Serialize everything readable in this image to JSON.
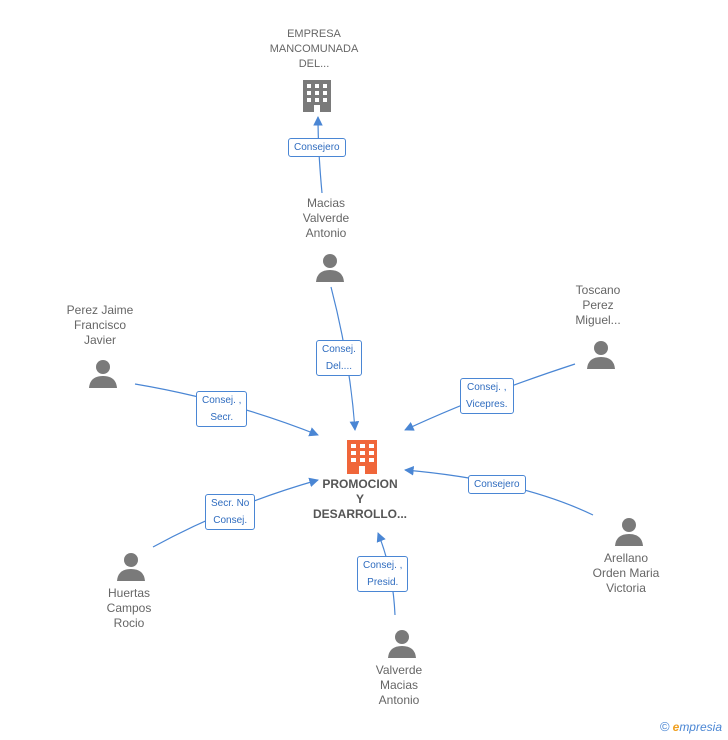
{
  "diagram": {
    "nodes": {
      "empresa_mancomunada": {
        "lines": [
          "EMPRESA",
          "MANCOMUNADA",
          "DEL..."
        ],
        "icon": "building-icon",
        "color": "#7a7a7a"
      },
      "promocion": {
        "lines": [
          "PROMOCION",
          "Y",
          "DESARROLLO..."
        ],
        "icon": "building-icon",
        "color": "#f0663a"
      },
      "macias": {
        "lines": [
          "Macias",
          "Valverde",
          "Antonio"
        ],
        "icon": "person-icon"
      },
      "perez": {
        "lines": [
          "Perez Jaime",
          "Francisco",
          "Javier"
        ],
        "icon": "person-icon"
      },
      "toscano": {
        "lines": [
          "Toscano",
          "Perez",
          "Miguel..."
        ],
        "icon": "person-icon"
      },
      "arellano": {
        "lines": [
          "Arellano",
          "Orden Maria",
          "Victoria"
        ],
        "icon": "person-icon"
      },
      "huertas": {
        "lines": [
          "Huertas",
          "Campos",
          "Rocio"
        ],
        "icon": "person-icon"
      },
      "valverde": {
        "lines": [
          "Valverde",
          "Macias",
          "Antonio"
        ],
        "icon": "person-icon"
      }
    },
    "relations": {
      "macias_to_empresa": [
        "Consejero"
      ],
      "macias_to_promocion": [
        "Consej.",
        "Del...."
      ],
      "perez_to_promocion": [
        "Consej. ,",
        "Secr."
      ],
      "toscano_to_promocion": [
        "Consej. ,",
        "Vicepres."
      ],
      "arellano_to_promocion": [
        "Consejero"
      ],
      "huertas_to_promocion": [
        "Secr.  No",
        "Consej."
      ],
      "valverde_to_promocion": [
        "Consej. ,",
        "Presid."
      ]
    },
    "colors": {
      "edge": "#4a86d4",
      "person": "#7a7a7a",
      "text": "#666666"
    }
  },
  "branding": {
    "copyright": "©",
    "e": "e",
    "rest": "mpresia"
  }
}
